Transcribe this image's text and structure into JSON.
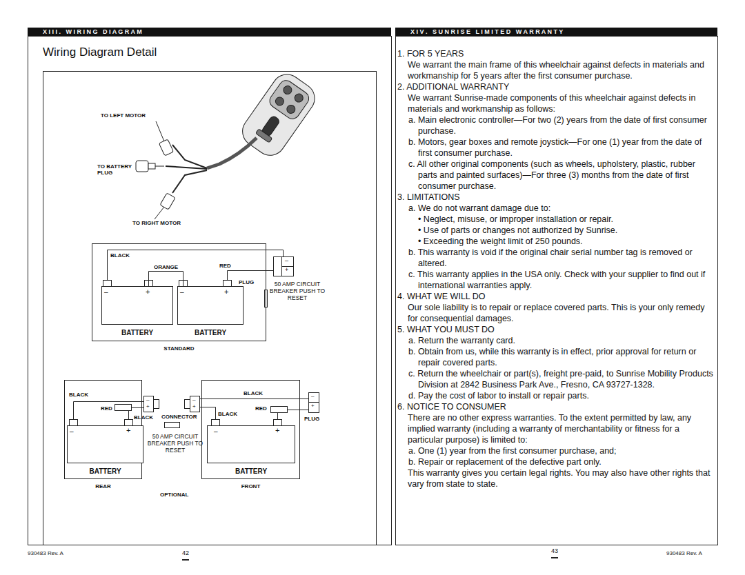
{
  "diagram": {
    "nodes": [
      {
        "text": [
          "X I I I .   W I R I N G   D I A G R A M"
        ]
      },
      {
        "text": [
          "X I V .   S U N R I S E   L I M I T E D   W A R R A N T Y"
        ]
      },
      {
        "text": [
          "STANDARD"
        ]
      },
      {
        "text": [
          "BATTERY"
        ],
        "in": 2
      },
      {
        "text": [
          "BATTERY"
        ],
        "in": 2
      },
      {
        "text": [
          "REAR"
        ]
      },
      {
        "text": [
          "BATTERY"
        ],
        "in": 5
      },
      {
        "text": [
          "FRONT"
        ]
      },
      {
        "text": [
          "BATTERY"
        ],
        "in": 7
      }
    ],
    "edges": [
      {
        "from": 3,
        "to": 4,
        "arrow": "none",
        "label": "ORANGE"
      }
    ],
    "labels": [
      "Wiring Diagram Detail",
      "TO LEFT MOTOR",
      "TO BATTERY PLUG",
      "TO RIGHT MOTOR",
      "BLACK",
      "RED",
      "PLUG",
      "–",
      "+",
      "50 AMP CIRCUIT BREAKER PUSH TO RESET",
      "–",
      "+",
      "–",
      "+",
      "BLACK",
      "RED",
      "BLACK",
      "CONNECTOR",
      "–",
      "+",
      "–",
      "+",
      "50 AMP CIRCUIT BREAKER PUSH TO RESET",
      "BLACK",
      "RED",
      "BLACK",
      "PLUG",
      "–",
      "+",
      "–",
      "+",
      "–",
      "+",
      "OPTIONAL",
      "930483 Rev. A",
      "42",
      "43",
      "930483 Rev. A",
      "1. FOR 5 YEARS",
      "We warrant the main frame of this wheelchair against defects in materials and workmanship for 5 years after the first consumer purchase.",
      "2. ADDITIONAL WARRANTY",
      "We warrant Sunrise-made components of this wheelchair against defects in materials and workmanship as follows:",
      "a. Main electronic controller—For two (2) years from the date of first consumer purchase.",
      "b. Motors, gear boxes and remote joystick—For one (1) year from the date of first consumer purchase.",
      "c. All other original components (such as wheels, upholstery, plastic, rubber parts and painted surfaces)—For three (3) months from the date of first consumer purchase.",
      "3. LIMITATIONS",
      "a. We do not warrant damage due to:",
      "• Neglect, misuse, or improper installation or repair.",
      "• Use of parts or changes not authorized by Sunrise.",
      "• Exceeding the weight limit of 250 pounds.",
      "b. This warranty is void if the original chair serial number tag is removed or altered.",
      "c. This warranty applies in the USA only. Check with your supplier to find out if international warranties apply.",
      "4. WHAT WE WILL DO",
      "Our sole liability is to repair or replace covered parts. This is your only remedy for consequential damages.",
      "5. WHAT YOU MUST DO",
      "a. Return the warranty card.",
      "b. Obtain from us, while this warranty is in effect, prior approval for return or repair covered parts.",
      "c. Return the wheelchair or part(s), freight pre-paid, to Sunrise Mobility Products Division at 2842 Business Park Ave., Fresno, CA 93727-1328.",
      "d. Pay the cost of labor to install or repair parts.",
      "6. NOTICE TO CONSUMER",
      "There are no other express warranties. To the extent permitted by law, any implied warranty (including a warranty of merchantability or fitness for a particular purpose) is limited to:",
      "a. One (1) year from the first consumer purchase, and;",
      "b. Repair or replacement of the defective part only.",
      "This warranty gives you certain legal rights. You may also have other rights that vary from state to state."
    ]
  }
}
